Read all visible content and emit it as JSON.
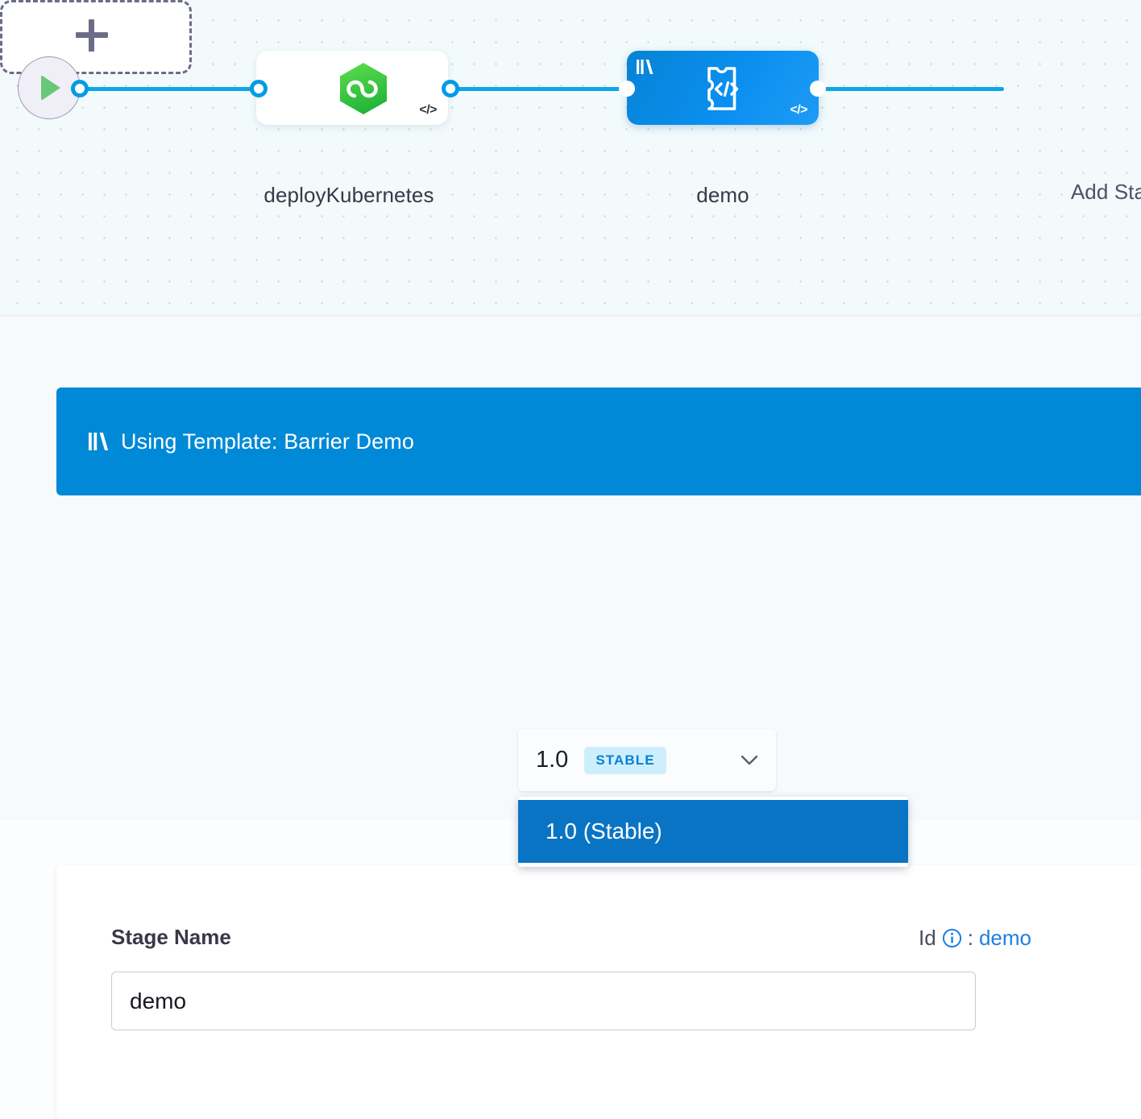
{
  "pipeline": {
    "start_node": {
      "icon": "play-icon"
    },
    "stages": [
      {
        "id": "deployKubernetes",
        "label": "deployKubernetes",
        "icon": "harness-infinity-hexagon-icon",
        "code_badge": "</>",
        "selected": false,
        "templated": false
      },
      {
        "id": "demo",
        "label": "demo",
        "icon": "custom-stage-code-icon",
        "code_badge": "</>",
        "template_badge": "template-library-icon",
        "selected": true,
        "templated": true
      }
    ],
    "add_stage": {
      "label": "Add Stage",
      "icon": "plus-icon"
    }
  },
  "template_bar": {
    "icon": "template-library-icon",
    "text": "Using Template: Barrier Demo",
    "version_selector": {
      "version": "1.0",
      "badge": "STABLE",
      "chevron": "chevron-down-icon"
    },
    "dropdown": {
      "open": true,
      "options": [
        {
          "label": "1.0 (Stable)",
          "selected": true
        }
      ]
    }
  },
  "form": {
    "stage_name_label": "Stage Name",
    "id_label": "Id",
    "id_info_icon": "info-circle-icon",
    "id_separator": ":",
    "id_value": "demo",
    "stage_name_value": "demo",
    "stage_name_placeholder": "Stage Name"
  },
  "colors": {
    "accent_blue": "#0089d6",
    "dropdown_selected": "#0a74c4",
    "badge_bg": "#cdeffc",
    "badge_text": "#0b7fd4",
    "connector": "#0ea5e9",
    "canvas_bg": "#f2fafc",
    "node_selected_bg": "#0a8ff0",
    "harness_green": "#3ec43e",
    "text_dark": "#383946",
    "link_blue": "#1f7fe0"
  }
}
